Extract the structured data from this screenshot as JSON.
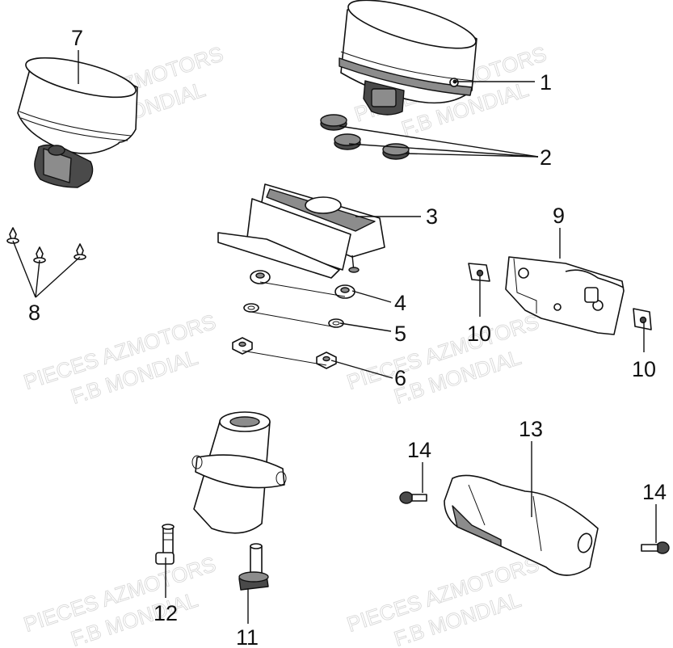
{
  "watermark": {
    "line1": "PIECES AZMOTORS",
    "line2": "F.B MONDIAL"
  },
  "callouts": [
    {
      "id": "c1",
      "label": "1"
    },
    {
      "id": "c2",
      "label": "2"
    },
    {
      "id": "c3",
      "label": "3"
    },
    {
      "id": "c4",
      "label": "4"
    },
    {
      "id": "c5",
      "label": "5"
    },
    {
      "id": "c6",
      "label": "6"
    },
    {
      "id": "c7",
      "label": "7"
    },
    {
      "id": "c8",
      "label": "8"
    },
    {
      "id": "c9",
      "label": "9"
    },
    {
      "id": "c10a",
      "label": "10"
    },
    {
      "id": "c10b",
      "label": "10"
    },
    {
      "id": "c11",
      "label": "11"
    },
    {
      "id": "c12",
      "label": "12"
    },
    {
      "id": "c13",
      "label": "13"
    },
    {
      "id": "c14a",
      "label": "14"
    },
    {
      "id": "c14b",
      "label": "14"
    }
  ]
}
